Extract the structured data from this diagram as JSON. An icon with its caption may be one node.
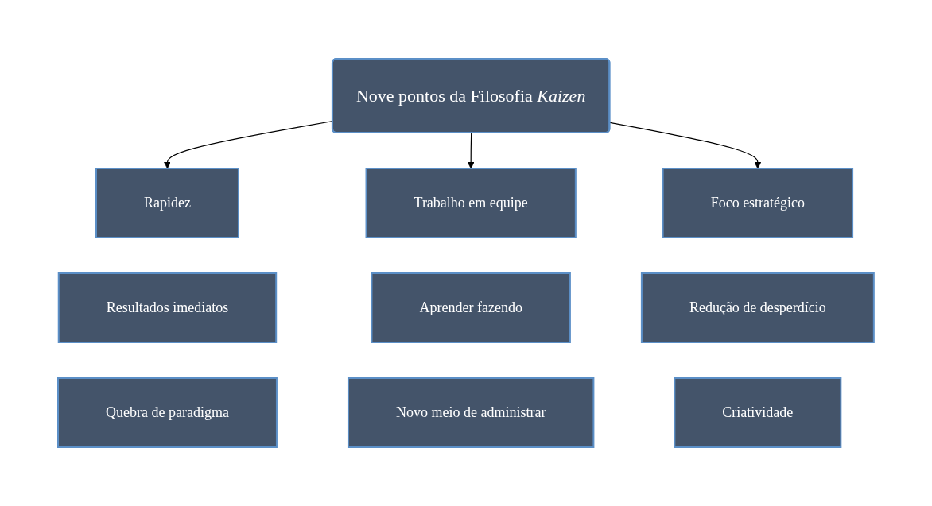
{
  "diagram": {
    "nodes": [
      {
        "text": [
          "Nove pontos da Filosofia *Kaizen*"
        ]
      },
      {
        "text": [
          "Rapidez"
        ]
      },
      {
        "text": [
          "Trabalho em equipe"
        ]
      },
      {
        "text": [
          "Foco estratégico"
        ]
      },
      {
        "text": [
          "Resultados imediatos"
        ]
      },
      {
        "text": [
          "Aprender fazendo"
        ]
      },
      {
        "text": [
          "Redução de desperdício"
        ]
      },
      {
        "text": [
          "Quebra de paradigma"
        ]
      },
      {
        "text": [
          "Novo meio de administrar"
        ]
      },
      {
        "text": [
          "Criatividade"
        ]
      }
    ],
    "edges": [
      {
        "from": 0,
        "to": 1,
        "arrow": "to"
      },
      {
        "from": 0,
        "to": 2,
        "arrow": "to"
      },
      {
        "from": 0,
        "to": 3,
        "arrow": "to"
      }
    ]
  }
}
